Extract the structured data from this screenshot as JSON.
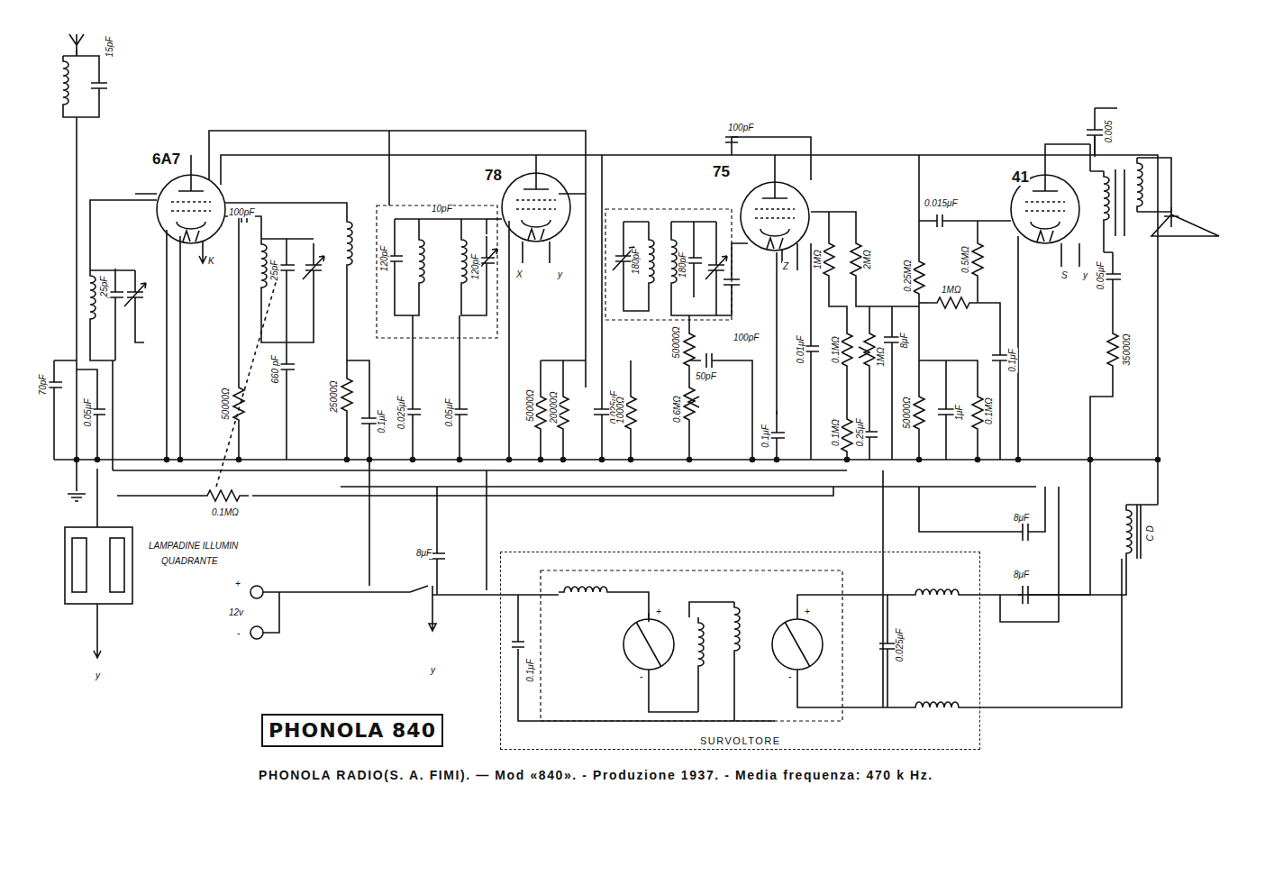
{
  "diagram": {
    "caption": "PHONOLA RADIO(S. A. FIMI). — Mod «840». - Produzione 1937. - Media frequenza: 470 k Hz.",
    "nodes": [
      {
        "text": [
          "PHONOLA 840"
        ]
      },
      {
        "text": [
          "SURVOLTORE"
        ]
      }
    ],
    "labels": [
      "6A7",
      "78",
      "75",
      "41",
      "15pF",
      "25pF",
      "70pF",
      "0.05μF",
      "100pF",
      "25pF",
      "660 pF",
      "50000Ω",
      "25000Ω",
      "0.1μF",
      "0.025μF",
      "0.05μF",
      "120pF",
      "10pF",
      "120pF",
      "K",
      "X",
      "y",
      "50000Ω",
      "20000Ω",
      "0.025μF",
      "180pF",
      "180pF",
      "100pF",
      "50000Ω",
      "50pF",
      "1000Ω",
      "0.6MΩ",
      "100pF",
      "Z",
      "0.01μF",
      "0.1μF",
      "1MΩ",
      "2MΩ",
      "0.1MΩ",
      "1MΩ",
      "0.1MΩ",
      "0.25μF",
      "8μF",
      "0.015μF",
      "0.25MΩ",
      "1MΩ",
      "0.5MΩ",
      "50000Ω",
      "1μF",
      "0.1MΩ",
      "0.1μF",
      "S",
      "y",
      "0.005",
      "0.05μF",
      "35000Ω",
      "0.1MΩ",
      "LAMPADINE ILLUMIN",
      "QUADRANTE",
      "8μF",
      "+",
      "12v",
      "-",
      "y",
      "y",
      "0.1μF",
      "+",
      "-",
      "+",
      "-",
      "0.025μF",
      "8μF",
      "8μF",
      "C D"
    ]
  }
}
